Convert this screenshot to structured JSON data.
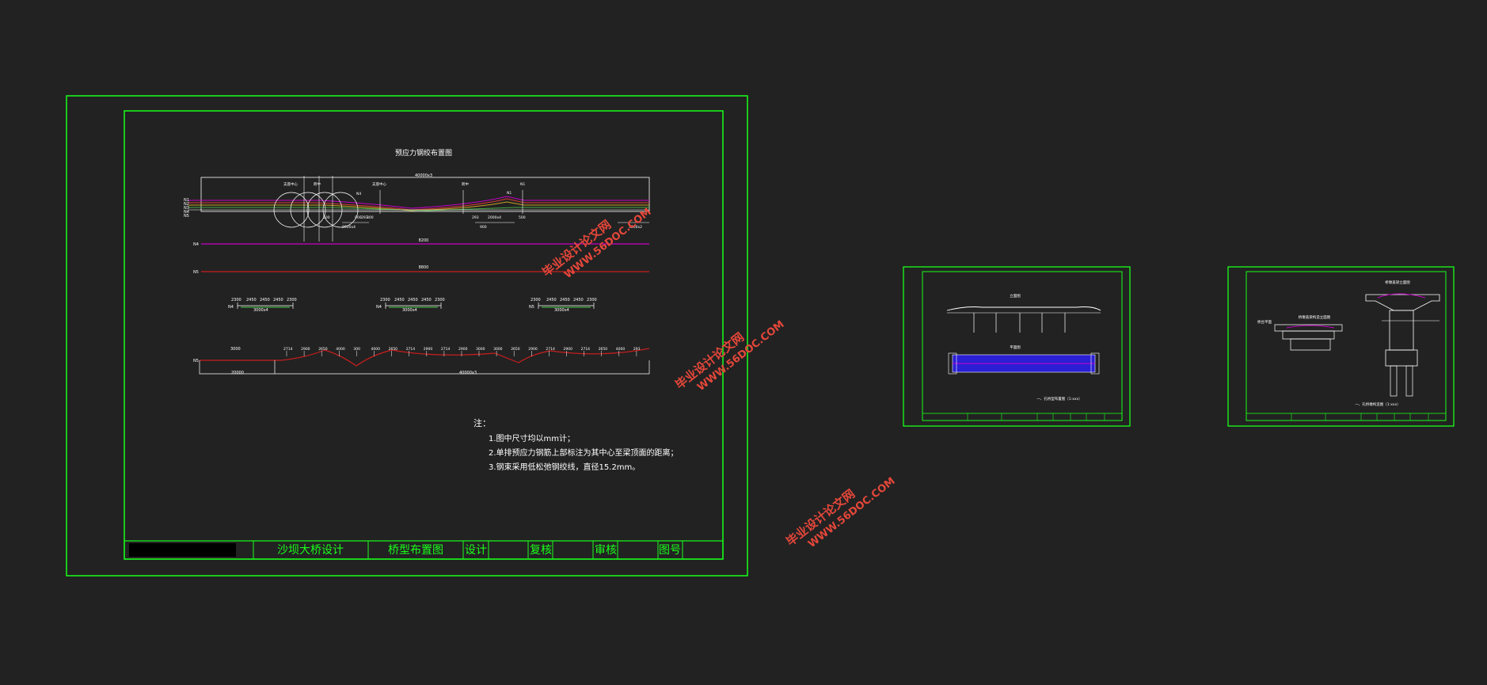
{
  "sheet_main": {
    "title": "预应力钢绞布置图",
    "total_length_label": "40000x3",
    "section_labels": [
      "N1",
      "N2",
      "N3",
      "N4",
      "N5"
    ],
    "callouts": [
      "支座中心",
      "跨中",
      "支座中心",
      "跨中",
      "N1",
      "N4",
      "N1"
    ],
    "dims_row1": [
      "500",
      "2000x4",
      "900",
      "293",
      "300",
      "293",
      "900",
      "2000x4",
      "500"
    ],
    "dims_row2": "3000x2",
    "line_n4_label": "8200",
    "line_n5_label": "8800",
    "detail_groups": [
      {
        "dims": [
          "2300",
          "2450",
          "2450",
          "2450",
          "2300"
        ],
        "sub": "3000x4",
        "label": "N4"
      },
      {
        "dims": [
          "2300",
          "2450",
          "2450",
          "2450",
          "2300"
        ],
        "sub": "3000x4",
        "label": "N4"
      },
      {
        "dims": [
          "2300",
          "2450",
          "2450",
          "2450",
          "2300"
        ],
        "sub": "3000x4",
        "label": "N5"
      }
    ],
    "profile_dims": [
      "3000",
      "2714",
      "2900",
      "2650",
      "4000",
      "300",
      "4000",
      "2650",
      "2714",
      "2900",
      "2714",
      "2900",
      "3000",
      "3000",
      "2650",
      "2900",
      "2714",
      "2900",
      "2714",
      "2650",
      "4000",
      "293"
    ],
    "profile_left": "20000",
    "profile_total": "40000x3",
    "notes_heading": "注：",
    "notes": [
      "1.图中尺寸均以mm计；",
      "2.单排预应力钢筋上部标注为其中心至梁顶面的距离；",
      "3.钢束采用低松弛钢绞线，直径15.2mm。"
    ],
    "title_block": {
      "project": "沙坝大桥设计",
      "drawing": "桥型布置图",
      "design": "设计",
      "check": "复核",
      "review": "审核",
      "number": "图号"
    }
  },
  "sheet_2": {
    "title_top": "立面图",
    "title_mid": "平面图",
    "caption": "一、孔桥型布置图（1:xxx）"
  },
  "sheet_3": {
    "title_top": "桥墩盖梁立面图",
    "left_label": "桥台平面",
    "mid_label": "桥墩盖梁构造立面图",
    "caption": "一、孔桥墩构造图（1:xxx）"
  },
  "watermarks": [
    {
      "line1": "毕业设计论文网",
      "line2": "WWW.56DOC.COM"
    },
    {
      "line1": "毕业设计论文网",
      "line2": "WWW.56DOC.COM"
    },
    {
      "line1": "毕业设计论文网",
      "line2": "WWW.56DOC.COM"
    }
  ],
  "colors": {
    "background": "#222222",
    "border": "#19ff19",
    "line_magenta": "#c800c8",
    "line_red": "#c81e1e",
    "watermark": "#e5473a",
    "fill_blue": "#2a1fd4"
  }
}
